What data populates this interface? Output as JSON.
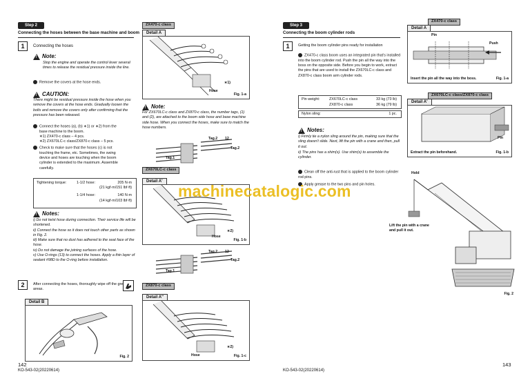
{
  "left_page": {
    "step_label": "Step 2",
    "heading": "Connecting the hoses between the base machine and boom",
    "step1": {
      "num": "1",
      "text": "Connecting the hoses",
      "note_title": "Note:",
      "note_text": "Stop the engine and operate the control lever several times to release the residual pressure inside the line.",
      "bullet1": "Remove the covers at the hose ends.",
      "caution_title": "CAUTION:",
      "caution_text": "There might be residual pressure inside the hose when you remove the covers at the hose ends. Gradually loosen the bolts and remove the covers only after confirming that the pressure has been released.",
      "bullet2_lines": [
        "Connect the hoses (a), (b) ∗1) or ∗2) from the",
        "base machine to the boom.",
        "∗1) ZX470-c class – 4 pcs.",
        "∗2) ZX670LC-c class/ZX870-c class – 5 pcs."
      ],
      "bullet3_lines": [
        "Check to make sure that the hoses (c) is not",
        "touching the frame, etc. Sometimes, the swing",
        "device and hoses are touching when the boom",
        "cylinder is extended to the maximum. Assemble",
        "carefully."
      ],
      "torque": {
        "label": "Tightening torque:",
        "row1_size": "1-1/2 hose:",
        "row1_val": "205 N·m",
        "row1_sub": "(21 kgf·m/151 lbf·ft)",
        "row2_size": "1-1/4 hose:",
        "row2_val": "140 N·m",
        "row2_sub": "(14 kgf·m/103 lbf·ft)"
      },
      "notes_title": "Notes:",
      "notes": [
        "i)   Do not twist hose during connection. Their service life will be shortened.",
        "ii)  Connect the hose so it does not touch other parts as shown in Fig. 2.",
        "iii) Make sure that no dust has adhered to the seat face of the hose.",
        "iv) Do not damage the joining surfaces of the hose.",
        "v)  Use O-rings (13) to connect the hoses. Apply a thin layer of sealant #98D to the O-ring before installation."
      ]
    },
    "step2": {
      "num": "2",
      "text": "After connecting the hoses, thoroughly wipe off the greasy areas."
    },
    "detail_b": "Detail B",
    "fig2": "Fig. 2",
    "page_number": "142",
    "doc_code": "KO-543-02(20220614)",
    "right_col": {
      "caption1": "ZX470-c class",
      "detail_a": "Detail A",
      "fig1a": "Fig. 1-a",
      "hose_label": "Hose",
      "note_title": "Note:",
      "note_text": "For ZX670LC-c class and ZX870-c class, the number tags, (1) and (2), are attached to the boom side hose and base machine side hose. When you connect the hoses, make sure to match the hose numbers.",
      "tag1": "Tag.1",
      "tag2": "Tag.2",
      "caption2": "ZX670LC-c class",
      "detail_a1": "Detail A'",
      "fig1b": "Fig. 1-b",
      "caption3": "ZX870-c class",
      "detail_a2": "Detail A''",
      "fig1c": "Fig. 1-c",
      "star1": "∗1)",
      "star2": "∗2)",
      "circ12": "12"
    }
  },
  "right_page": {
    "step_label": "Step 3",
    "heading": "Connecting the boom cylinder rods",
    "step1": {
      "num": "1",
      "text": "Getting the boom cylinder pins ready for installation",
      "bullet1": "ZX470-c class boom uses an integrated pin that's installed into the boom cylinder rod. Push the pin all the way into the boss on the opposite side. Before you begin to work, extract the pins that are used to install the ZX670LC-c class and ZX870-c class boom arm cylinder rods.",
      "pin_weight_label": "Pin weight:",
      "pin_weight_rows": [
        {
          "model": "ZX670LC-c class",
          "val": "33 kg (73 lb)"
        },
        {
          "model": "ZX870-c class",
          "val": "36 kg (79 lb)"
        }
      ],
      "nylon_label": "Nylon sling:",
      "nylon_val": "1 pc.",
      "notes_title": "Notes:",
      "notes": [
        "i)   Firmly tie a nylon sling around the pin, making sure that the sling doesn't slide. Next, lift the pin with a crane and then, pull it out.",
        "ii)  The pins has a shim(s). Use shim(s) to assemble the cylinder."
      ],
      "bullet2": "Clean off the anti-rust that is applied to the boom cylinder rod pins.",
      "bullet3": "Apply grease to the two pins and pin holes."
    },
    "fig_a": {
      "caption": "ZX470-c class",
      "detail": "Detail A",
      "pin": "Pin",
      "push": "Push",
      "text": "Insert the pin all the way into the boss.",
      "fig": "Fig. 1-a"
    },
    "fig_b": {
      "caption": "ZX670LC-c class/ZX870-c class",
      "detail": "Detail A'",
      "pin": "Pin",
      "text": "Extract the pin beforehand.",
      "fig": "Fig. 1-b"
    },
    "fig2": {
      "hold": "Hold",
      "lift": "Lift the pin with a crane and pull it out.",
      "fig": "Fig. 2"
    },
    "page_number": "143",
    "doc_code": "KO-543-02(20220614)"
  },
  "watermark": "machinecatalogic.com"
}
